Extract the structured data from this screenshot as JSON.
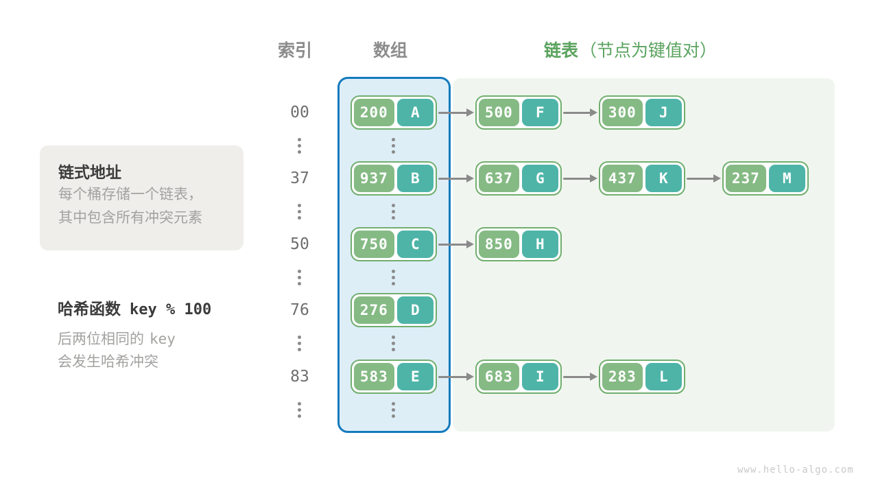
{
  "headers": {
    "index": "索引",
    "array": "数组",
    "list": "链表",
    "list_note": "（节点为键值对）"
  },
  "note_box": {
    "title": "链式地址",
    "lines": [
      "每个桶存储一个链表，",
      "其中包含所有冲突元素"
    ]
  },
  "hash_note": {
    "label": "哈希函数",
    "code": "key % 100",
    "line1_prefix": "后两位相同的",
    "line1_code": "key",
    "line2": "会发生哈希冲突"
  },
  "diagram": {
    "rows": [
      {
        "index": "00",
        "bucket": {
          "key": "200",
          "value": "A"
        },
        "chain": [
          {
            "key": "500",
            "value": "F"
          },
          {
            "key": "300",
            "value": "J"
          }
        ]
      },
      {
        "index": "37",
        "bucket": {
          "key": "937",
          "value": "B"
        },
        "chain": [
          {
            "key": "637",
            "value": "G"
          },
          {
            "key": "437",
            "value": "K"
          },
          {
            "key": "237",
            "value": "M"
          }
        ]
      },
      {
        "index": "50",
        "bucket": {
          "key": "750",
          "value": "C"
        },
        "chain": [
          {
            "key": "850",
            "value": "H"
          }
        ]
      },
      {
        "index": "76",
        "bucket": {
          "key": "276",
          "value": "D"
        },
        "chain": []
      },
      {
        "index": "83",
        "bucket": {
          "key": "583",
          "value": "E"
        },
        "chain": [
          {
            "key": "683",
            "value": "I"
          },
          {
            "key": "283",
            "value": "L"
          }
        ]
      }
    ]
  },
  "colors": {
    "key-green": "#85ba84",
    "value-teal": "#4eb4a8",
    "node-border": "#71ae6e",
    "array-fill": "#deeef7",
    "array-border": "#137abd",
    "list-fill": "#f0f6ef",
    "header-gray": "#8c8c8c",
    "header-green": "#5ba35f",
    "index-gray": "#6e6e6e",
    "arrow-gray": "#8a8a8a",
    "dot-gray": "#8a8a8a",
    "box-fill": "#efeeeb",
    "title-dark": "#3b3b3b",
    "body-gray": "#a3a2a0",
    "watermark-gray": "#c9c9c9"
  },
  "watermark": "www.hello-algo.com"
}
